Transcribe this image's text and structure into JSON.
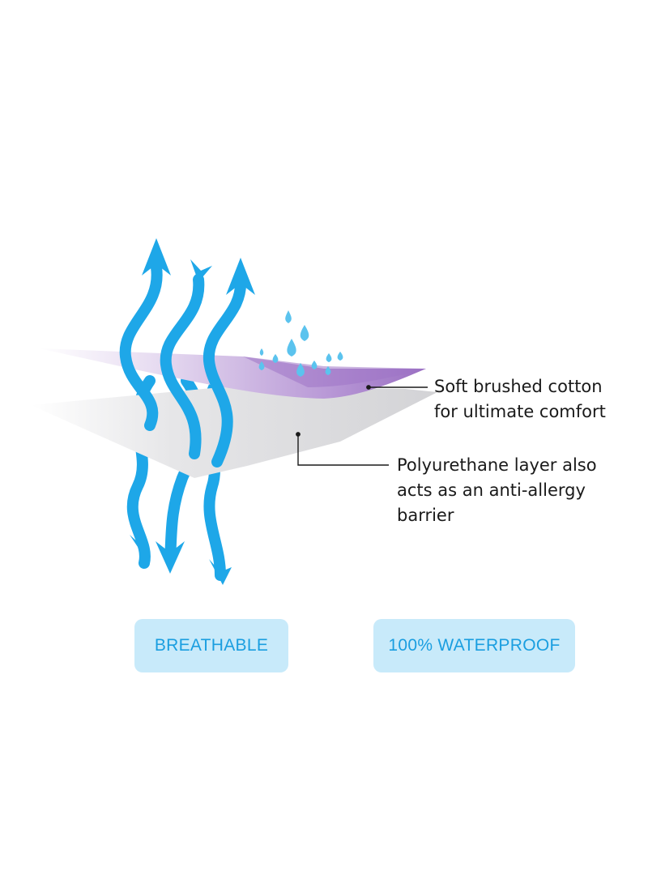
{
  "callouts": {
    "cotton": {
      "line1": "Soft brushed cotton",
      "line2": "for ultimate comfort"
    },
    "polyurethane": {
      "line1": "Polyurethane layer also",
      "line2": "acts as an anti-allergy",
      "line3": "barrier"
    }
  },
  "badges": {
    "breathable": "BREATHABLE",
    "waterproof": "100% WATERPROOF"
  },
  "colors": {
    "arrow_blue": "#1ea7e8",
    "badge_bg": "#c8eafa",
    "badge_text": "#1a9ee0",
    "cotton_purple": "#a77fc8",
    "pu_grey": "#d9d9dc",
    "droplet": "#5bc3ee",
    "callout_text": "#1a1a1a"
  },
  "icons": [
    "up-arrow-icon",
    "down-arrow-icon",
    "water-droplet-icon"
  ]
}
